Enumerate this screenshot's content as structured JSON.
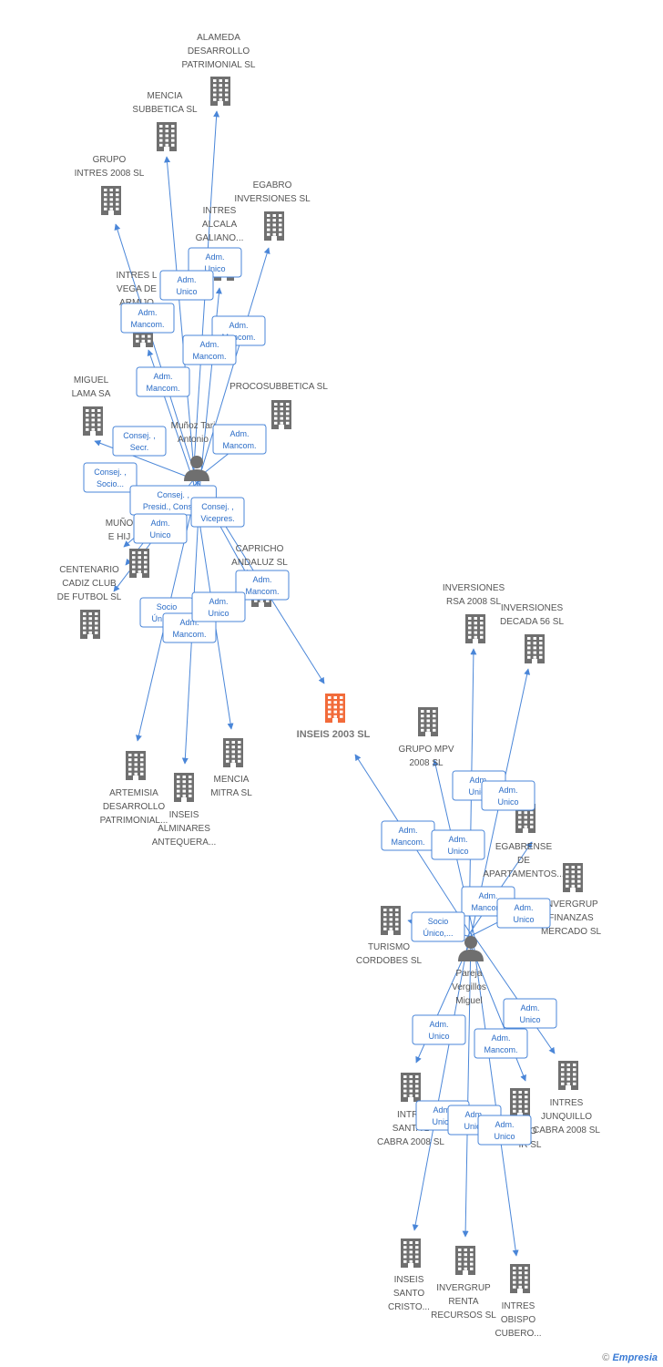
{
  "colors": {
    "edge": "#4a86d8",
    "node": "#6f6f6f",
    "focus": "#f26b3a"
  },
  "footer": {
    "copyright": "©",
    "brand": "Empresia"
  },
  "nodes": [
    {
      "id": "focus",
      "kind": "focus",
      "lines": [
        "INSEIS 2003 SL"
      ]
    },
    {
      "id": "p1",
      "kind": "person",
      "lines": [
        "Muñoz Tari",
        "Antonio"
      ]
    },
    {
      "id": "p2",
      "kind": "person",
      "lines": [
        "Pareja",
        "Vergillos",
        "Miguel"
      ]
    },
    {
      "id": "alameda",
      "kind": "company",
      "lines": [
        "ALAMEDA",
        "DESARROLLO",
        "PATRIMONIAL SL"
      ]
    },
    {
      "id": "mencia_subb",
      "kind": "company",
      "lines": [
        "MENCIA",
        "SUBBETICA SL"
      ]
    },
    {
      "id": "grupo_intres",
      "kind": "company",
      "lines": [
        "GRUPO",
        "INTRES 2008 SL"
      ]
    },
    {
      "id": "egabro",
      "kind": "company",
      "lines": [
        "EGABRO",
        "INVERSIONES SL"
      ]
    },
    {
      "id": "intres_alcala",
      "kind": "company",
      "lines": [
        "INTRES",
        "ALCALA",
        "GALIANO..."
      ]
    },
    {
      "id": "intres_vega",
      "kind": "company",
      "lines": [
        "INTRES L",
        "VEGA DE",
        "ARMIJO"
      ]
    },
    {
      "id": "procosubb",
      "kind": "company",
      "lines": [
        "PROCOSUBBETICA SL"
      ]
    },
    {
      "id": "miguel_lama",
      "kind": "company",
      "lines": [
        "MIGUEL",
        "LAMA SA"
      ]
    },
    {
      "id": "munoz_hijos",
      "kind": "company",
      "lines": [
        "MUÑO",
        "E HIJ"
      ]
    },
    {
      "id": "centenario",
      "kind": "company",
      "lines": [
        "CENTENARIO",
        "CADIZ CLUB",
        "DE FUTBOL SL"
      ]
    },
    {
      "id": "capricho",
      "kind": "company",
      "lines": [
        "CAPRICHO",
        "ANDALUZ SL"
      ]
    },
    {
      "id": "artemisia",
      "kind": "company",
      "lines": [
        "ARTEMISIA",
        "DESARROLLO",
        "PATRIMONIAL..."
      ]
    },
    {
      "id": "inseis_alm",
      "kind": "company",
      "lines": [
        "INSEIS",
        "ALMINARES",
        "ANTEQUERA..."
      ]
    },
    {
      "id": "mencia_mitra",
      "kind": "company",
      "lines": [
        "MENCIA",
        "MITRA SL"
      ]
    },
    {
      "id": "inv_rsa",
      "kind": "company",
      "lines": [
        "INVERSIONES",
        "RSA 2008 SL"
      ]
    },
    {
      "id": "inv_decada",
      "kind": "company",
      "lines": [
        "INVERSIONES",
        "DECADA 56 SL"
      ]
    },
    {
      "id": "grupo_mpv",
      "kind": "company",
      "lines": [
        "GRUPO MPV",
        "2008 SL"
      ]
    },
    {
      "id": "egabrense",
      "kind": "company",
      "lines": [
        "EGABRENSE",
        "DE",
        "APARTAMENTOS..."
      ]
    },
    {
      "id": "invergrup_fin",
      "kind": "company",
      "lines": [
        "INVERGRUP",
        "FINANZAS",
        "MERCADO SL"
      ]
    },
    {
      "id": "turismo",
      "kind": "company",
      "lines": [
        "TURISMO",
        "CORDOBES SL"
      ]
    },
    {
      "id": "intres_junq",
      "kind": "company",
      "lines": [
        "INTRES",
        "JUNQUILLO",
        "CABRA 2008 SL"
      ]
    },
    {
      "id": "intres_santa",
      "kind": "company",
      "lines": [
        "INTRE",
        "SANTA L",
        "CABRA 2008 SL"
      ]
    },
    {
      "id": "intres_nocabra",
      "kind": "company",
      "lines": [
        "ÑO",
        "IR SL"
      ]
    },
    {
      "id": "inseis_santo",
      "kind": "company",
      "lines": [
        "INSEIS",
        "SANTO",
        "CRISTO..."
      ]
    },
    {
      "id": "invergrup_renta",
      "kind": "company",
      "lines": [
        "INVERGRUP",
        "RENTA",
        "RECURSOS SL"
      ]
    },
    {
      "id": "intres_obispo",
      "kind": "company",
      "lines": [
        "INTRES",
        "OBISPO",
        "CUBERO..."
      ]
    }
  ],
  "edges": [
    {
      "from": "p1",
      "to": "alameda",
      "lines": [
        "Adm.",
        "Unico"
      ]
    },
    {
      "from": "p1",
      "to": "mencia_subb",
      "lines": [
        "Adm.",
        "Unico"
      ]
    },
    {
      "from": "p1",
      "to": "grupo_intres",
      "lines": [
        "Adm.",
        "Mancom."
      ]
    },
    {
      "from": "p1",
      "to": "egabro",
      "lines": [
        "Adm.",
        "Mancom."
      ]
    },
    {
      "from": "p1",
      "to": "intres_alcala",
      "lines": [
        "Adm.",
        "Mancom."
      ]
    },
    {
      "from": "p1",
      "to": "intres_vega",
      "lines": [
        "Adm.",
        "Mancom."
      ]
    },
    {
      "from": "p1",
      "to": "procosubb",
      "lines": [
        "Adm.",
        "Mancom."
      ]
    },
    {
      "from": "p1",
      "to": "miguel_lama",
      "lines": [
        "Consej. ,",
        "Secr."
      ]
    },
    {
      "from": "p1",
      "to": "centenario",
      "lines": [
        "Consej. ,",
        "Socio..."
      ]
    },
    {
      "from": "p1",
      "to": "munoz_hijos",
      "lines": [
        "Consej. ,",
        "Presid., Conse..."
      ]
    },
    {
      "from": "p1",
      "to": "munoz_hijos",
      "lines": [
        "Adm.",
        "Unico"
      ]
    },
    {
      "from": "p1",
      "to": "capricho",
      "lines": [
        "Consej. ,",
        "Vicepres."
      ]
    },
    {
      "from": "p1",
      "to": "focus",
      "lines": [
        "Adm.",
        "Mancom."
      ]
    },
    {
      "from": "p1",
      "to": "artemisia",
      "lines": [
        "Socio",
        "Único,..."
      ]
    },
    {
      "from": "p1",
      "to": "inseis_alm",
      "lines": [
        "Adm.",
        "Mancom."
      ]
    },
    {
      "from": "p1",
      "to": "mencia_mitra",
      "lines": [
        "Adm.",
        "Unico"
      ]
    },
    {
      "from": "p2",
      "to": "inv_rsa",
      "lines": [
        "Adm.",
        "Unico"
      ]
    },
    {
      "from": "p2",
      "to": "inv_decada",
      "lines": [
        "Adm.",
        "Unico"
      ]
    },
    {
      "from": "p2",
      "to": "focus",
      "lines": [
        "Adm.",
        "Mancom."
      ]
    },
    {
      "from": "p2",
      "to": "grupo_mpv",
      "lines": [
        "Adm.",
        "Unico"
      ]
    },
    {
      "from": "p2",
      "to": "egabrense",
      "lines": [
        "Adm.",
        "Mancom."
      ]
    },
    {
      "from": "p2",
      "to": "invergrup_fin",
      "lines": [
        "Adm.",
        "Unico"
      ]
    },
    {
      "from": "p2",
      "to": "turismo",
      "lines": [
        "Socio",
        "Único,..."
      ]
    },
    {
      "from": "p2",
      "to": "intres_santa",
      "lines": [
        "Adm.",
        "Unico"
      ]
    },
    {
      "from": "p2",
      "to": "intres_junq",
      "lines": [
        "Adm.",
        "Unico"
      ]
    },
    {
      "from": "p2",
      "to": "intres_nocabra",
      "lines": [
        "Adm.",
        "Mancom."
      ]
    },
    {
      "from": "p2",
      "to": "inseis_santo",
      "lines": [
        "Adm.",
        "Unico"
      ]
    },
    {
      "from": "p2",
      "to": "invergrup_renta",
      "lines": [
        "Adm.",
        "Unico"
      ]
    },
    {
      "from": "p2",
      "to": "intres_obispo",
      "lines": [
        "Adm.",
        "Unico"
      ]
    }
  ]
}
